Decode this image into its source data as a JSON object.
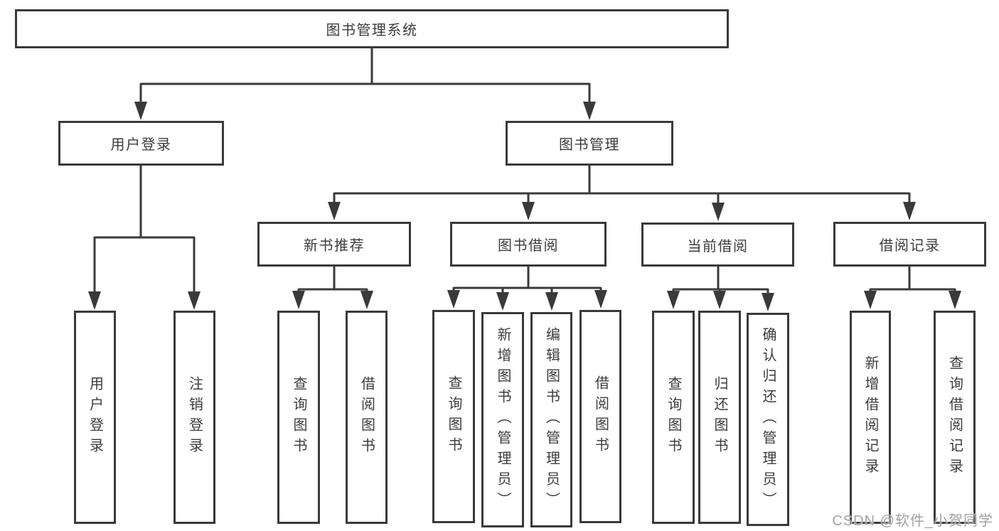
{
  "diagram_title": "图书管理系统",
  "tree": {
    "root": {
      "label": "图书管理系统"
    },
    "branches": [
      {
        "label": "用户登录",
        "children": [
          {
            "label": "用户登录"
          },
          {
            "label": "注销登录"
          }
        ]
      },
      {
        "label": "图书管理",
        "groups": [
          {
            "label": "新书推荐",
            "children": [
              {
                "label": "查询图书"
              },
              {
                "label": "借阅图书"
              }
            ]
          },
          {
            "label": "图书借阅",
            "children": [
              {
                "label": "查询图书"
              },
              {
                "label": "新增图书（管理员）"
              },
              {
                "label": "编辑图书（管理员）"
              },
              {
                "label": "借阅图书"
              }
            ]
          },
          {
            "label": "当前借阅",
            "children": [
              {
                "label": "查询图书"
              },
              {
                "label": "归还图书"
              },
              {
                "label": "确认归还（管理员）"
              }
            ]
          },
          {
            "label": "借阅记录",
            "children": [
              {
                "label": "新增借阅记录"
              },
              {
                "label": "查询借阅记录"
              }
            ]
          }
        ]
      }
    ]
  },
  "watermark": "CSDN @软件_小贺同学",
  "colors": {
    "line": "#3a3a3a",
    "text": "#3c3c3c",
    "box_background": "#ffffff",
    "page_background": "#ffffff",
    "watermark": "#a2a2a2"
  }
}
